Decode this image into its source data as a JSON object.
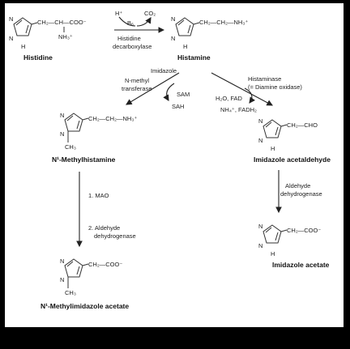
{
  "diagram": {
    "compounds": {
      "histidine": {
        "name": "Histidine",
        "side_chain": "CH₂—CH—COO⁻",
        "substituent": "NH₃⁺"
      },
      "histamine": {
        "name": "Histamine",
        "side_chain": "CH₂—CH₂—NH₃⁺"
      },
      "methylhistamine": {
        "name": "N¹-Methylhistamine",
        "side_chain": "CH₂—CH₂—NH₃⁺",
        "substituent": "CH₃"
      },
      "imidazole_acetaldehyde": {
        "name": "Imidazole acetaldehyde",
        "side_chain": "CH₂—CHO"
      },
      "imidazole_acetate": {
        "name": "Imidazole acetate",
        "side_chain": "CH₂—COO⁻"
      },
      "methylimidazole_acetate": {
        "name": "N¹-Methylimidazole acetate",
        "side_chain": "CH₂—COO⁻",
        "substituent": "CH₃"
      }
    },
    "ring_atoms": {
      "n": "N",
      "nh": "N",
      "h": "H"
    },
    "reactions": {
      "decarboxylation": {
        "enzyme_line1": "Histidine",
        "enzyme_line2": "decarboxylase",
        "input": "H⁺",
        "output": "CO₂",
        "cofactor": "B₆"
      },
      "methylation": {
        "enzyme_line1": "Imidazole",
        "enzyme_line2": "N-methyl",
        "enzyme_line3": "transferase",
        "input": "SAM",
        "output": "SAH"
      },
      "oxidation": {
        "enzyme_line1": "Histaminase",
        "enzyme_line2": "(= Diamine oxidase)",
        "input": "H₂O, FAD",
        "output": "NH₄⁺, FADH₂"
      },
      "mao_step": {
        "label": "1. MAO",
        "label2_line1": "2. Aldehyde",
        "label2_line2": "dehydrogenase"
      },
      "aldehyde_step": {
        "enzyme_line1": "Aldehyde",
        "enzyme_line2": "dehydrogenase"
      }
    }
  }
}
